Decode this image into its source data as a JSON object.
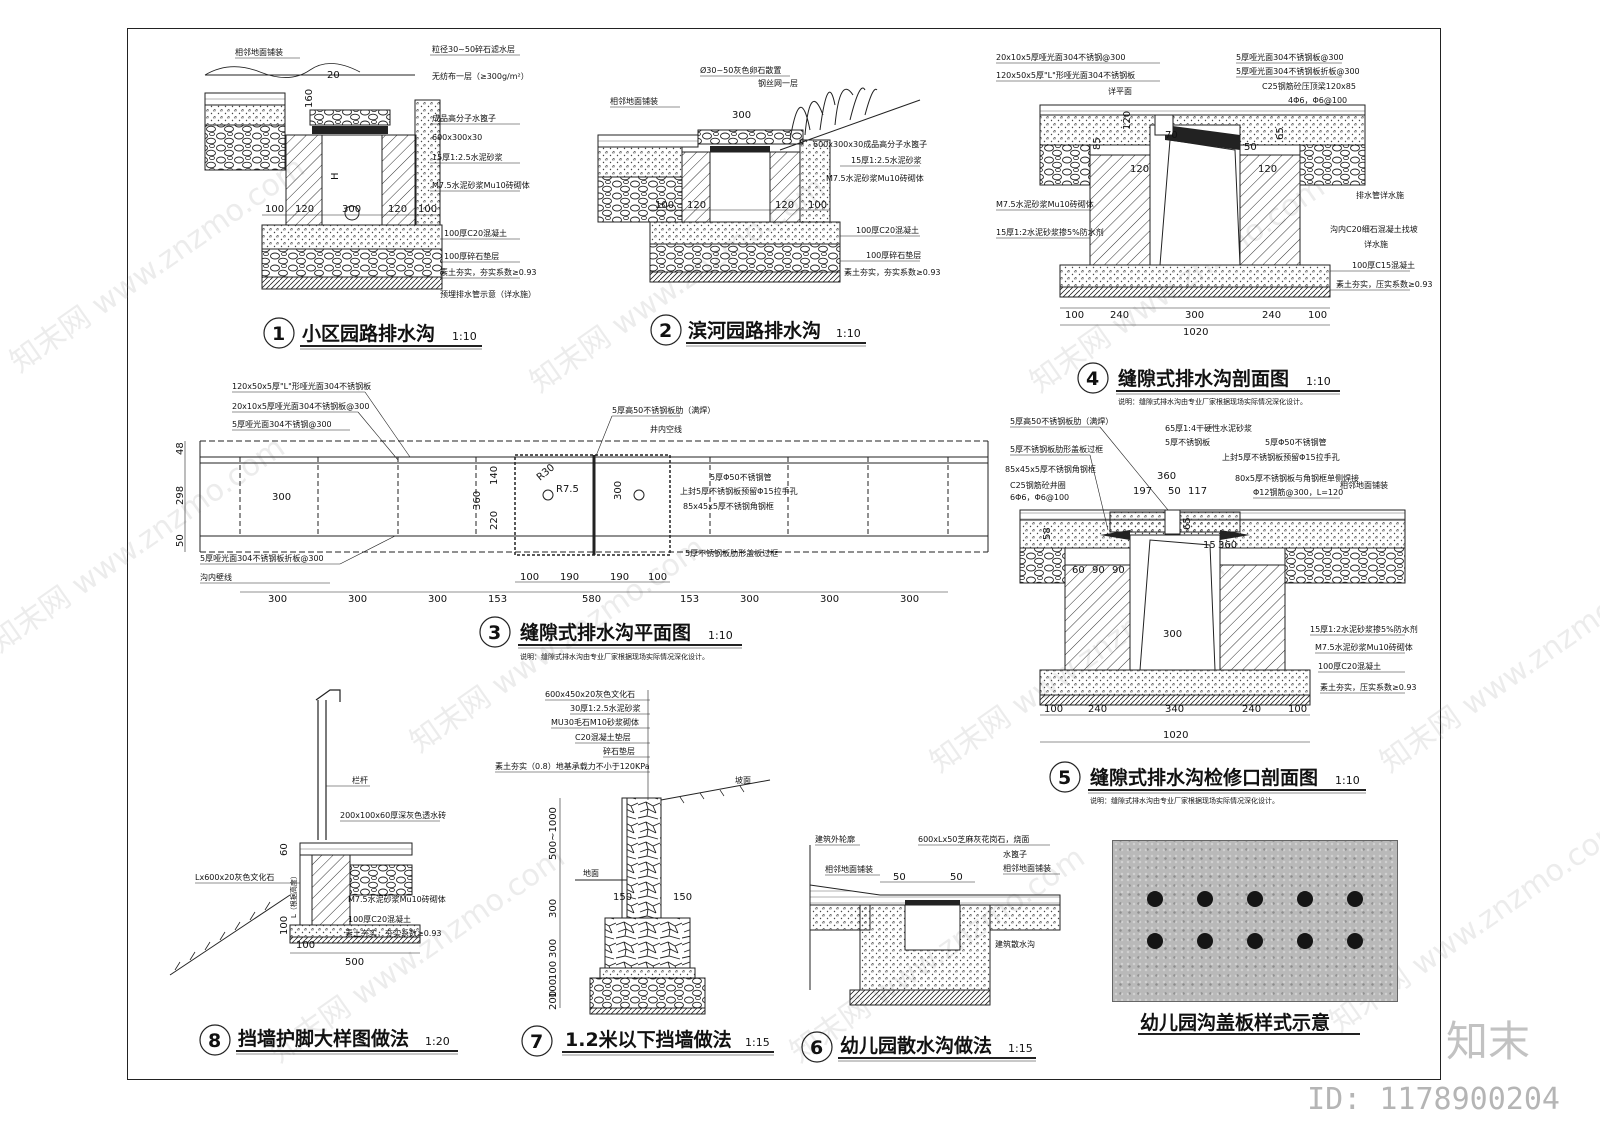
{
  "drawing_titles": [
    {
      "num": "1",
      "title": "小区园路排水沟",
      "scale": "1:10"
    },
    {
      "num": "2",
      "title": "滨河园路排水沟",
      "scale": "1:10"
    },
    {
      "num": "3",
      "title": "缝隙式排水沟平面图",
      "scale": "1:10"
    },
    {
      "num": "4",
      "title": "缝隙式排水沟剖面图",
      "scale": "1:10"
    },
    {
      "num": "5",
      "title": "缝隙式排水沟检修口剖面图",
      "scale": "1:10"
    },
    {
      "num": "6",
      "title": "幼儿园散水沟做法",
      "scale": "1:15"
    },
    {
      "num": "7",
      "title": "1.2米以下挡墙做法",
      "scale": "1:15"
    },
    {
      "num": "8",
      "title": "挡墙护脚大样图做法",
      "scale": "1:20"
    }
  ],
  "notes": {
    "n3": "说明：缝隙式排水沟由专业厂家根据现场实际情况深化设计。",
    "n4": "说明：缝隙式排水沟由专业厂家根据现场实际情况深化设计。",
    "n5": "说明：缝隙式排水沟由专业厂家根据现场实际情况深化设计。"
  },
  "d1": {
    "labels": [
      "相邻地面铺装",
      "粒径30~50碎石滤水层",
      "无纺布一层（≥300g/m²）",
      "成品高分子水篦子",
      "600x300x30",
      "15厚1:2.5水泥砂浆",
      "M7.5水泥砂浆Mu10砖砌体",
      "100厚C20混凝土",
      "100厚碎石垫层",
      "素土夯实，夯实系数≥0.93",
      "预埋排水管示意（详水施）"
    ],
    "dims": [
      "100",
      "120",
      "300",
      "120",
      "100",
      "160",
      "20",
      "H"
    ]
  },
  "d2": {
    "labels": [
      "Ø30~50灰色卵石散置",
      "钢丝网一层",
      "相邻地面铺装",
      "600x300x30成品高分子水篦子",
      "15厚1:2.5水泥砂浆",
      "M7.5水泥砂浆Mu10砖砌体",
      "100厚C20混凝土",
      "100厚碎石垫层",
      "素土夯实，夯实系数≥0.93"
    ],
    "dims": [
      "300",
      "100",
      "120",
      "120",
      "100"
    ]
  },
  "d3": {
    "labels": [
      "120x50x5厚\"L\"形哑光面304不锈钢板",
      "20x10x5厚哑光面304不锈钢板@300",
      "5厚哑光面304不锈钢@300",
      "5厚高50不锈钢板肋（满焊）",
      "井内空线",
      "5厚Φ50不锈钢管",
      "上封5厚不锈钢板预留Φ15拉手孔",
      "85x45x5厚不锈钢角钢框",
      "5厚哑光面304不锈钢板折板@300",
      "5厚不锈钢板肋形盖板过框",
      "沟内壁线"
    ],
    "dims_bottom": [
      "300",
      "300",
      "300",
      "153",
      "580",
      "153",
      "300",
      "300",
      "300"
    ],
    "dims_top": [
      "100",
      "190",
      "190",
      "100"
    ],
    "dims_left": [
      "48",
      "298",
      "50"
    ],
    "dims_inner": [
      "300",
      "R30",
      "R7.5",
      "140",
      "220",
      "360",
      "300"
    ]
  },
  "d4": {
    "labels": [
      "20x10x5厚哑光面304不锈钢@300",
      "120x50x5厚\"L\"形哑光面304不锈钢板",
      "详平面",
      "5厚哑光面304不锈钢板@300",
      "5厚哑光面304不锈钢板折板@300",
      "C25钢筋砼压顶梁120x85",
      "4Φ6，Φ6@100",
      "M7.5水泥砂浆Mu10砖砌体",
      "15厚1:2水泥砂浆掺5%防水剂",
      "排水管详水施",
      "沟内C20细石混凝土找坡",
      "详水施",
      "100厚C15混凝土",
      "素土夯实，压实系数≥0.93"
    ],
    "dims": [
      "100",
      "240",
      "300",
      "240",
      "100",
      "1020",
      "120",
      "85",
      "50",
      "65",
      "70",
      "120",
      "120"
    ]
  },
  "d5": {
    "labels": [
      "5厚高50不锈钢板肋（满焊）",
      "65厚1:4干硬性水泥砂浆",
      "5厚不锈钢板",
      "5厚不锈钢板肋形盖板过框",
      "85x45x5厚不锈钢角钢框",
      "C25钢筋砼井圈",
      "6Φ6，Φ6@100",
      "5厚Φ50不锈钢管",
      "上封5厚不锈钢板预留Φ15拉手孔",
      "80x5厚不锈钢板与角钢框单侧焊接",
      "Φ12钢筋@300，L=120",
      "相邻地面铺装",
      "15厚1:2水泥砂浆掺5%防水剂",
      "M7.5水泥砂浆Mu10砖砌体",
      "100厚C20混凝土",
      "素土夯实，压实系数≥0.93"
    ],
    "dims": [
      "100",
      "240",
      "340",
      "240",
      "100",
      "1020",
      "360",
      "197",
      "50",
      "117",
      "300",
      "90",
      "90",
      "60",
      "58",
      "15",
      "360",
      "65"
    ]
  },
  "d6": {
    "labels": [
      "建筑外轮廓",
      "600xLx50芝麻灰花岗石，烧面",
      "水篦子",
      "相邻地面铺装",
      "相邻地面铺装",
      "建筑散水沟"
    ],
    "dims": [
      "50",
      "50"
    ]
  },
  "d7": {
    "labels": [
      "600x450x20灰色文化石",
      "30厚1:2.5水泥砂浆",
      "MU30毛石M10砂浆砌体",
      "C20混凝土垫层",
      "碎石垫层",
      "素土夯实（0.8）地基承载力不小于120KPa",
      "坡面",
      "地面"
    ],
    "dims": [
      "500~1000",
      "300",
      "300",
      "100",
      "100",
      "200",
      "150",
      "150"
    ]
  },
  "d8": {
    "labels": [
      "栏杆",
      "200x100x60厚深灰色透水砖",
      "Lx600x20灰色文化石",
      "M7.5水泥砂浆Mu10砖砌体",
      "100厚C20混凝土",
      "素土夯实，夯实系数≥0.93",
      "L（根据高度）"
    ],
    "dims": [
      "500",
      "100",
      "60",
      "100"
    ]
  },
  "photo": {
    "caption": "幼儿园沟盖板样式示意"
  },
  "brand": {
    "logo": "知末",
    "id": "ID: 1178900204"
  },
  "watermark": "知末网 www.znzmo.com"
}
